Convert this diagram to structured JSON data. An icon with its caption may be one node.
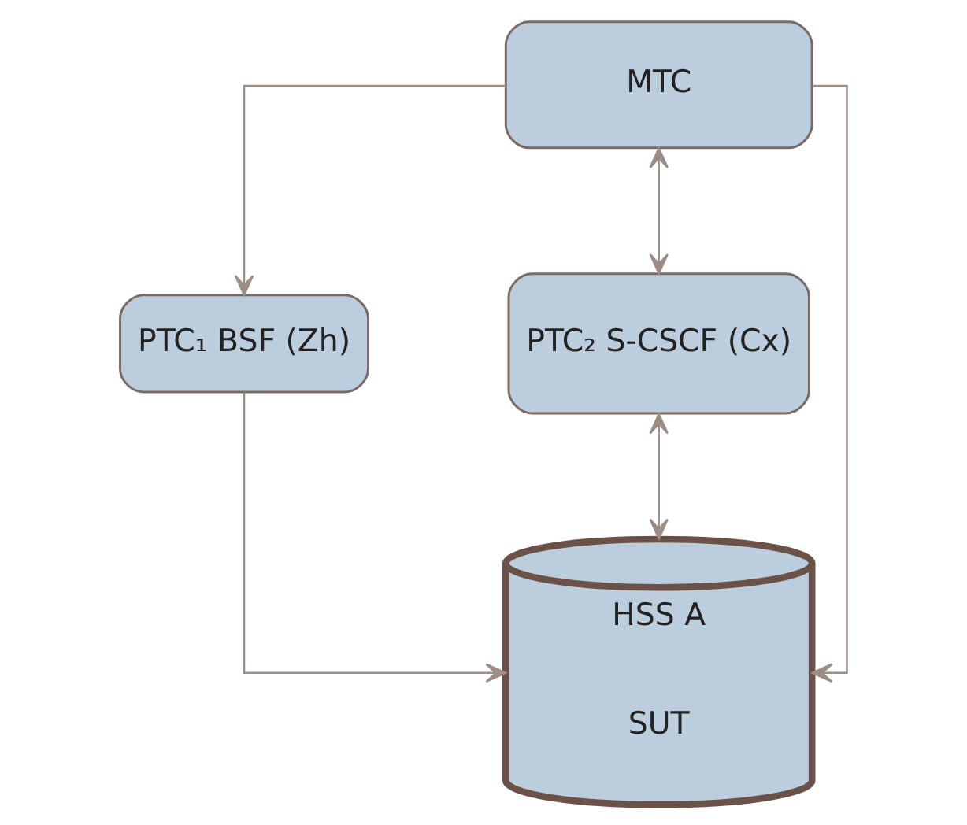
{
  "diagram": {
    "nodes": [
      {
        "text": [
          "MTC"
        ]
      },
      {
        "text": [
          "PTC₁ BSF (Zh)"
        ]
      },
      {
        "text": [
          "PTC₂ S-CSCF (Cx)"
        ]
      },
      {
        "text": [
          "HSS A",
          "SUT"
        ]
      }
    ],
    "edges": [
      {
        "from": 0,
        "to": 1,
        "arrow": "to"
      },
      {
        "from": 0,
        "to": 2,
        "arrow": "both"
      },
      {
        "from": 0,
        "to": 3,
        "arrow": "to"
      },
      {
        "from": 1,
        "to": 3,
        "arrow": "to"
      },
      {
        "from": 2,
        "to": 3,
        "arrow": "both"
      }
    ]
  }
}
